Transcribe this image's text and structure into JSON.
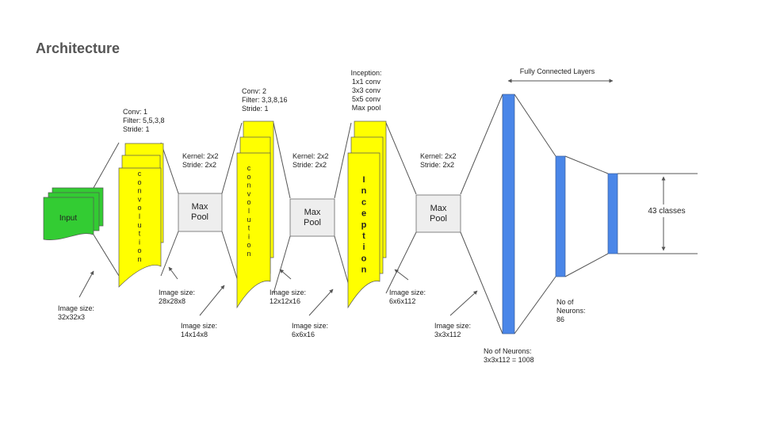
{
  "title": "Architecture",
  "colors": {
    "input": "#33cc33",
    "conv": "#ffff00",
    "pool": "#eeeeee",
    "fc": "#4a86e8",
    "line": "#555555"
  },
  "input": {
    "label": "Input",
    "size": "Image size:\n32x32x3"
  },
  "conv1": {
    "info": "Conv: 1\nFilter: 5,5,3,8\nStride: 1",
    "word": "convolution",
    "size": "Image size:\n28x28x8"
  },
  "pool1": {
    "label": "Max\nPool",
    "info": "Kernel: 2x2\nStride: 2x2",
    "size": "Image size:\n14x14x8"
  },
  "conv2": {
    "info": "Conv: 2\nFilter: 3,3,8,16\nStride: 1",
    "word": "convolution",
    "size": "Image size:\n12x12x16"
  },
  "pool2": {
    "label": "Max\nPool",
    "info": "Kernel: 2x2\nStride: 2x2",
    "size": "Image size:\n6x6x16"
  },
  "inception": {
    "info": "Inception:\n1x1 conv\n3x3 conv\n5x5 conv\nMax pool",
    "word": "Inception",
    "size": "Image size:\n6x6x112"
  },
  "pool3": {
    "label": "Max\nPool",
    "info": "Kernel: 2x2\nStride: 2x2",
    "size": "Image size:\n3x3x112"
  },
  "fc": {
    "header": "Fully Connected Layers",
    "layer1": "No of Neurons:\n3x3x112 = 1008",
    "layer2": "No of\nNeurons:\n86",
    "output": "43 classes"
  }
}
